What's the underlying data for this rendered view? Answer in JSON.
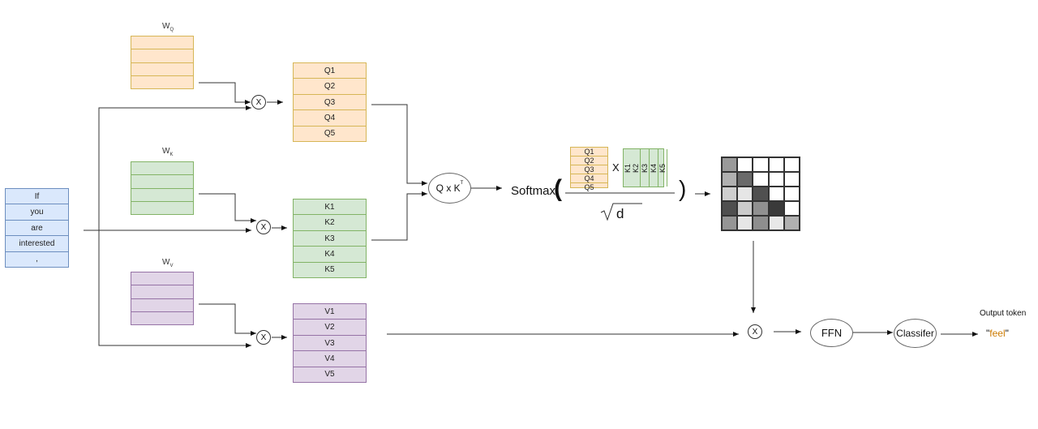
{
  "input_tokens": [
    "If",
    "you",
    "are",
    "interested",
    ","
  ],
  "weights": {
    "wq": {
      "base": "W",
      "sub": "Q"
    },
    "wk": {
      "base": "W",
      "sub": "K"
    },
    "wv": {
      "base": "W",
      "sub": "V"
    }
  },
  "multiply_symbol": "X",
  "q_rows": [
    "Q1",
    "Q2",
    "Q3",
    "Q4",
    "Q5"
  ],
  "k_rows": [
    "K1",
    "K2",
    "K3",
    "K4",
    "K5"
  ],
  "v_rows": [
    "V1",
    "V2",
    "V3",
    "V4",
    "V5"
  ],
  "qk_node": {
    "label": "Q x K",
    "superscript": "T"
  },
  "softmax": {
    "label": "Softmax",
    "open_paren": "(",
    "close_paren": ")",
    "times": "X",
    "denominator": "d",
    "q_rows": [
      "Q1",
      "Q2",
      "Q3",
      "Q4",
      "Q5"
    ],
    "k_cols": [
      "K1",
      "K2",
      "K3",
      "K4",
      "K5"
    ]
  },
  "attention_matrix_colors": [
    [
      "#9a9a9a",
      "#ffffff",
      "#ffffff",
      "#ffffff",
      "#ffffff"
    ],
    [
      "#b0b0b0",
      "#6a6a6a",
      "#ffffff",
      "#ffffff",
      "#ffffff"
    ],
    [
      "#cfcfcf",
      "#e6e6e6",
      "#505050",
      "#ffffff",
      "#ffffff"
    ],
    [
      "#4f4f4f",
      "#cbcbcb",
      "#909090",
      "#3a3a3a",
      "#ffffff"
    ],
    [
      "#959595",
      "#e6e6e6",
      "#8e8e8e",
      "#e8e8e8",
      "#b0b0b0"
    ]
  ],
  "ffn_label": "FFN",
  "classifier_label": "Classifer",
  "output": {
    "title": "Output token",
    "quote_open": "\"",
    "token": "feel",
    "quote_close": "\"",
    "token_color": "#cc7a00"
  }
}
